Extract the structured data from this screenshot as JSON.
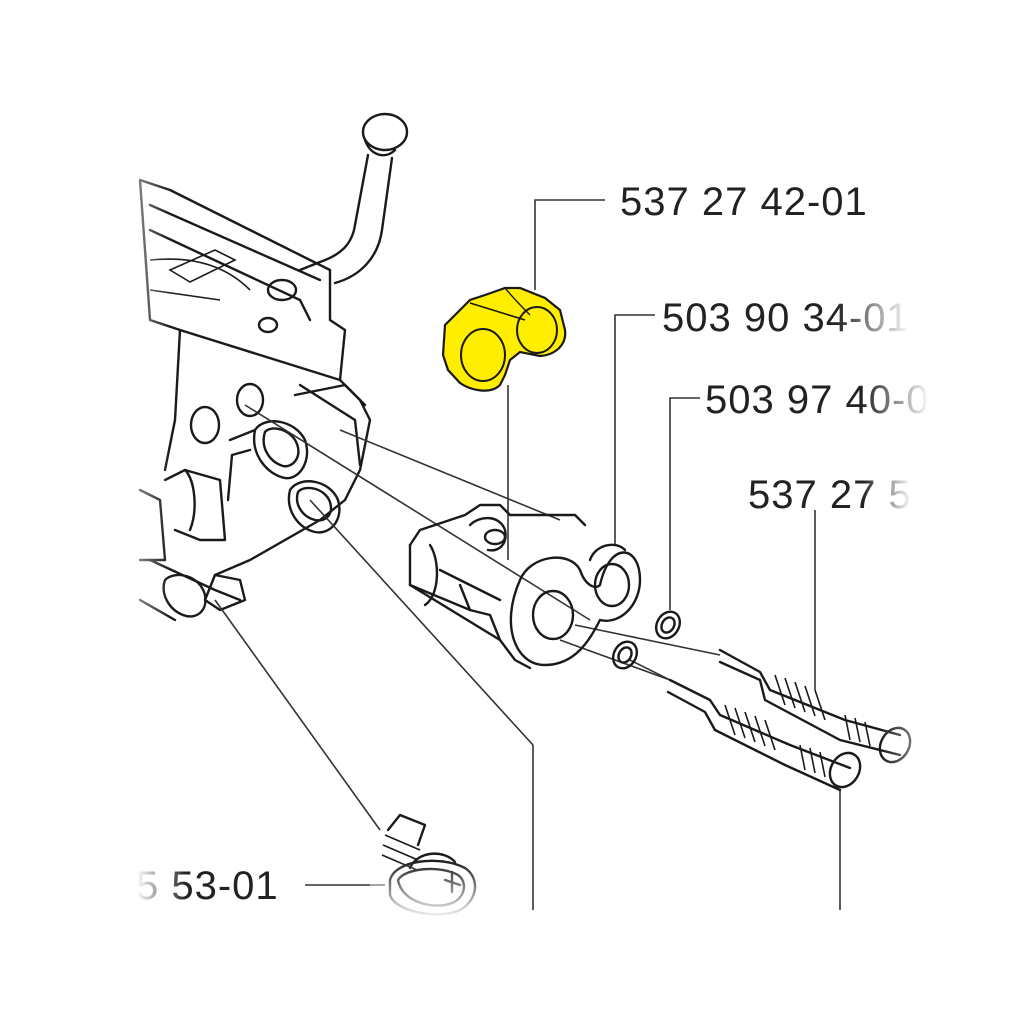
{
  "diagram": {
    "highlight_color": "#ffee00",
    "line_color": "#1a1a1a",
    "part_labels": {
      "p1": "537 27 42-01",
      "p2": "503 90 34-01",
      "p3": "503 97 40-0",
      "p4": "537 27 5",
      "p5": "5 53-01"
    }
  }
}
